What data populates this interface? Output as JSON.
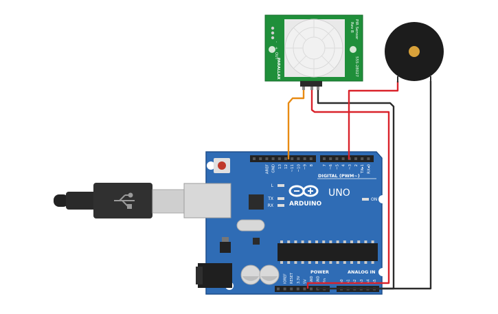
{
  "pir_sensor": {
    "title": "PIR Sensor",
    "sub": "Rev B",
    "part": "555-28027",
    "brand": "PARALLAX",
    "pins": [
      "-",
      "+",
      "OUT"
    ]
  },
  "arduino": {
    "logo_text": "ARDUINO",
    "model": "UNO",
    "digital_label": "DIGITAL (PWM~)",
    "power_label": "POWER",
    "analog_label": "ANALOG IN",
    "on_label": "ON",
    "led_labels": [
      "L",
      "TX",
      "RX"
    ],
    "top_pin_labels": [
      "AREF",
      "GND",
      "13",
      "12",
      "~11",
      "~10",
      "~9",
      "8",
      "7",
      "~6",
      "~5",
      "4",
      "~3",
      "2",
      "TX▸1",
      "RX◂0"
    ],
    "power_pin_labels": [
      "IOREF",
      "RESET",
      "3.3V",
      "5V",
      "GND",
      "GND",
      "Vin"
    ],
    "analog_pin_labels": [
      "A0",
      "A1",
      "A2",
      "A3",
      "A4",
      "A5"
    ]
  },
  "colors": {
    "board": "#2f6cb5",
    "board_edge": "#1f4f8c",
    "pir_pcb": "#1f8f3a",
    "wire_orange": "#e88a12",
    "wire_red": "#d9222a",
    "wire_black": "#2b2b2b"
  }
}
